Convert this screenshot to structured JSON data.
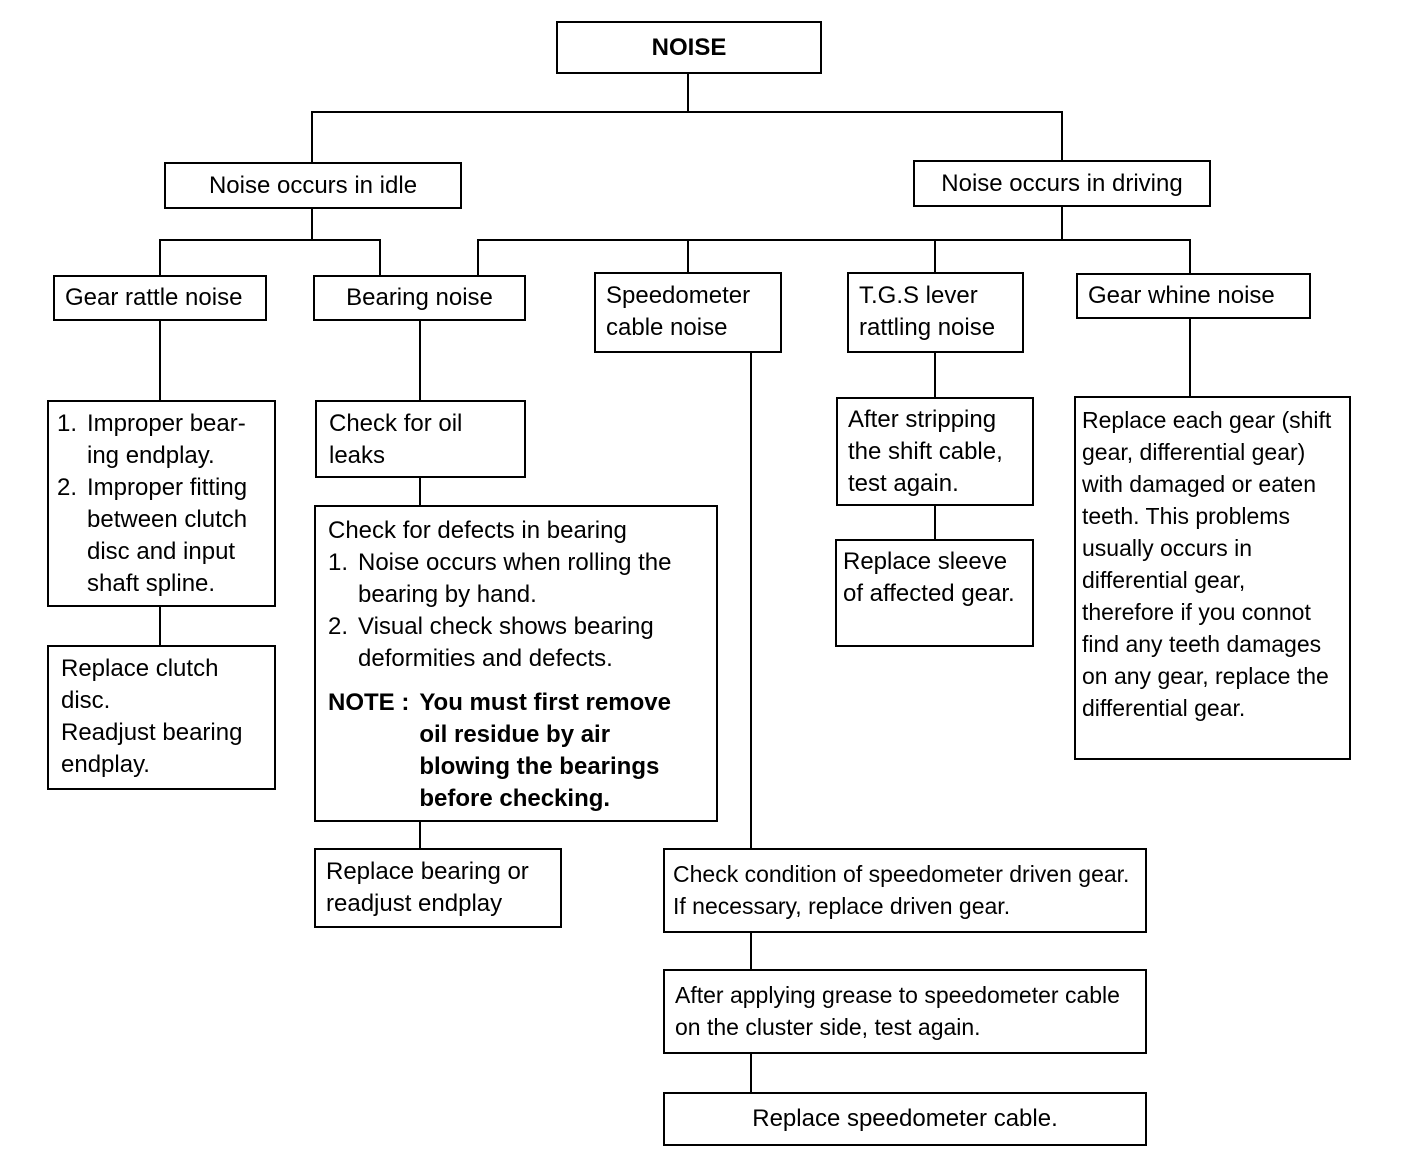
{
  "root": {
    "label": "NOISE"
  },
  "idle": {
    "label": "Noise occurs in idle",
    "gear_rattle": {
      "label": "Gear rattle noise",
      "causes": [
        {
          "num": "1.",
          "text": "Improper bear-ing endplay."
        },
        {
          "num": "2.",
          "text": "Improper fitting between clutch disc and input shaft spline."
        }
      ],
      "remedy_lines": [
        "Replace clutch",
        "disc.",
        "Readjust bearing",
        "endplay."
      ]
    }
  },
  "bearing": {
    "label": "Bearing noise",
    "check_oil": "Check for oil leaks",
    "defects": {
      "heading": "Check for defects in bearing",
      "items": [
        {
          "num": "1.",
          "text": "Noise occurs when rolling the bearing by hand."
        },
        {
          "num": "2.",
          "text": "Visual check shows bearing deformities and defects."
        }
      ],
      "note_label": "NOTE :",
      "note_text": "You must first remove oil residue by air blowing the bearings before checking."
    },
    "remedy": "Replace bearing or readjust endplay"
  },
  "driving": {
    "label": "Noise occurs in driving",
    "speedometer": {
      "label": "Speedometer cable noise",
      "check_driven_gear": "Check condition of speedometer driven gear. If necessary, replace driven gear.",
      "apply_grease": "After applying grease to speedometer cable on the cluster side, test again.",
      "replace_cable": "Replace speedometer cable."
    },
    "tgs_lever": {
      "label": "T.G.S lever rattling noise",
      "strip_cable": "After stripping the shift cable, test again.",
      "replace_sleeve": "Replace sleeve of affected gear."
    },
    "gear_whine": {
      "label": "Gear whine noise",
      "remedy": "Replace each gear (shift gear, differential gear) with damaged or eaten teeth. This problems usually occurs in differential gear, therefore if you connot find any teeth damages on any gear, replace the differential gear."
    }
  }
}
